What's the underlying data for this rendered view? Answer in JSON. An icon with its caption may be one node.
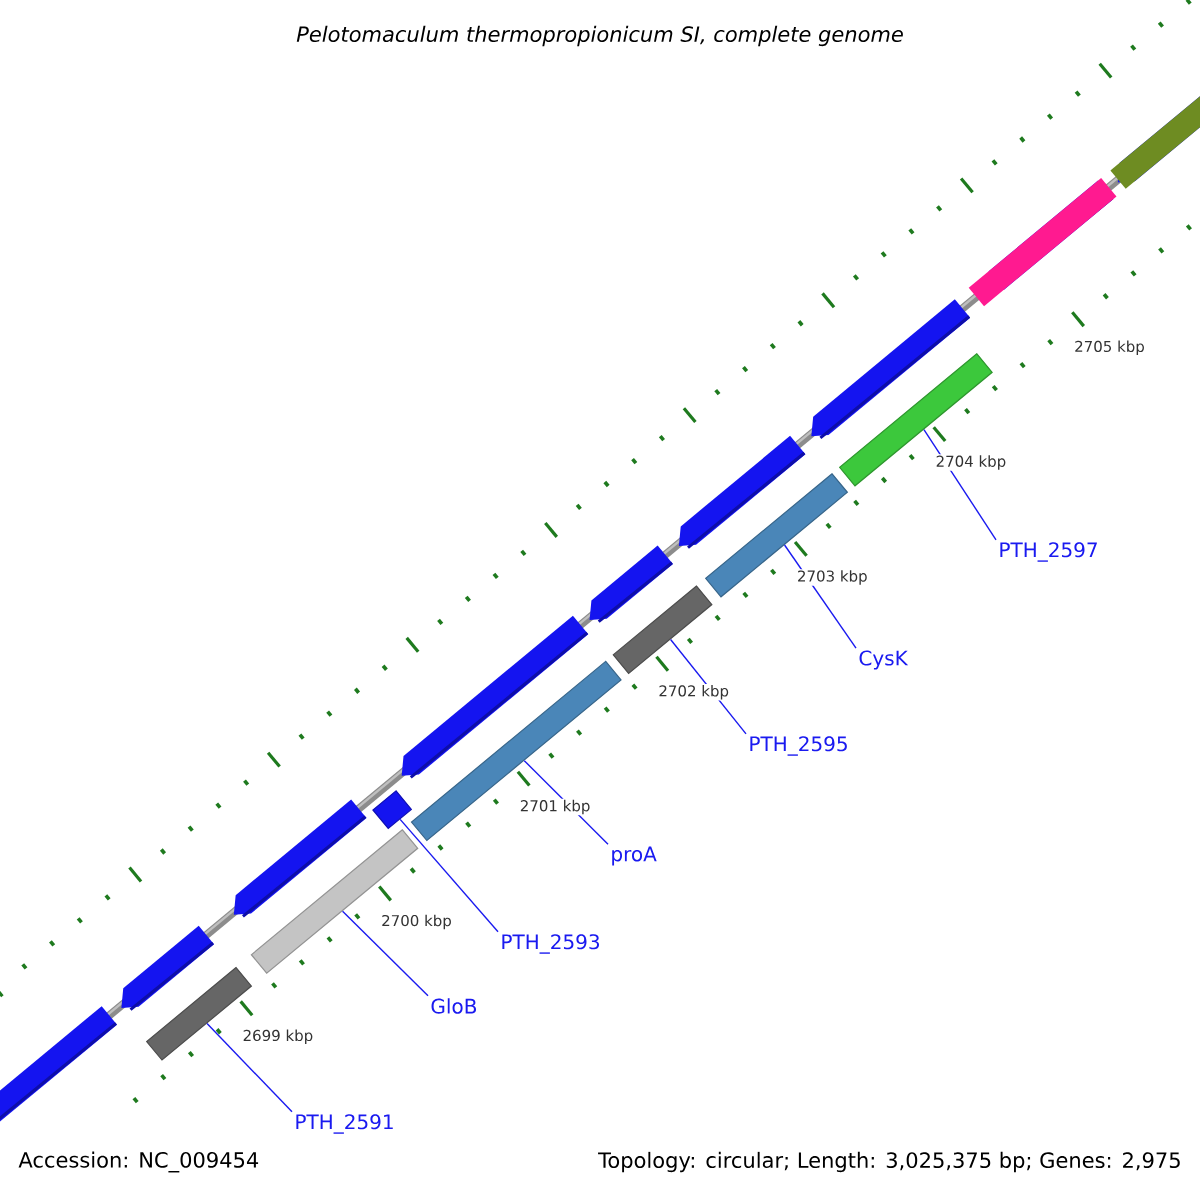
{
  "diagram": {
    "title": "Pelotomaculum thermopropionicum SI, complete genome",
    "nodes": [
      {
        "text": [],
        "shape": "bar"
      },
      {
        "text": [],
        "shape": "bar"
      },
      {
        "text": [],
        "shape": "bar"
      },
      {
        "text": [],
        "shape": "bar"
      },
      {
        "text": [],
        "shape": "bar"
      },
      {
        "text": [],
        "shape": "bar"
      },
      {
        "text": [],
        "shape": "bar"
      },
      {
        "text": [
          "PTH_2591"
        ]
      },
      {
        "text": [
          "GloB"
        ]
      },
      {
        "text": [
          "PTH_2593"
        ]
      },
      {
        "text": [
          "proA"
        ]
      },
      {
        "text": [
          "PTH_2595"
        ]
      },
      {
        "text": [
          "CysK"
        ]
      },
      {
        "text": [
          "PTH_2597"
        ]
      }
    ],
    "edges": [
      {
        "from": 7,
        "to": 0,
        "arrow": "none"
      },
      {
        "from": 8,
        "to": 1,
        "arrow": "none"
      },
      {
        "from": 9,
        "to": 2,
        "arrow": "none"
      },
      {
        "from": 10,
        "to": 3,
        "arrow": "none"
      },
      {
        "from": 11,
        "to": 4,
        "arrow": "none"
      },
      {
        "from": 12,
        "to": 5,
        "arrow": "none"
      },
      {
        "from": 13,
        "to": 6,
        "arrow": "none"
      }
    ],
    "labels": [
      "2699 kbp",
      "2700 kbp",
      "2701 kbp",
      "2702 kbp",
      "2703 kbp",
      "2704 kbp",
      "2705 kbp",
      "Accession: NC_009454",
      "Topology: circular; Length: 3,025,375 bp; Genes: 2,975"
    ]
  }
}
